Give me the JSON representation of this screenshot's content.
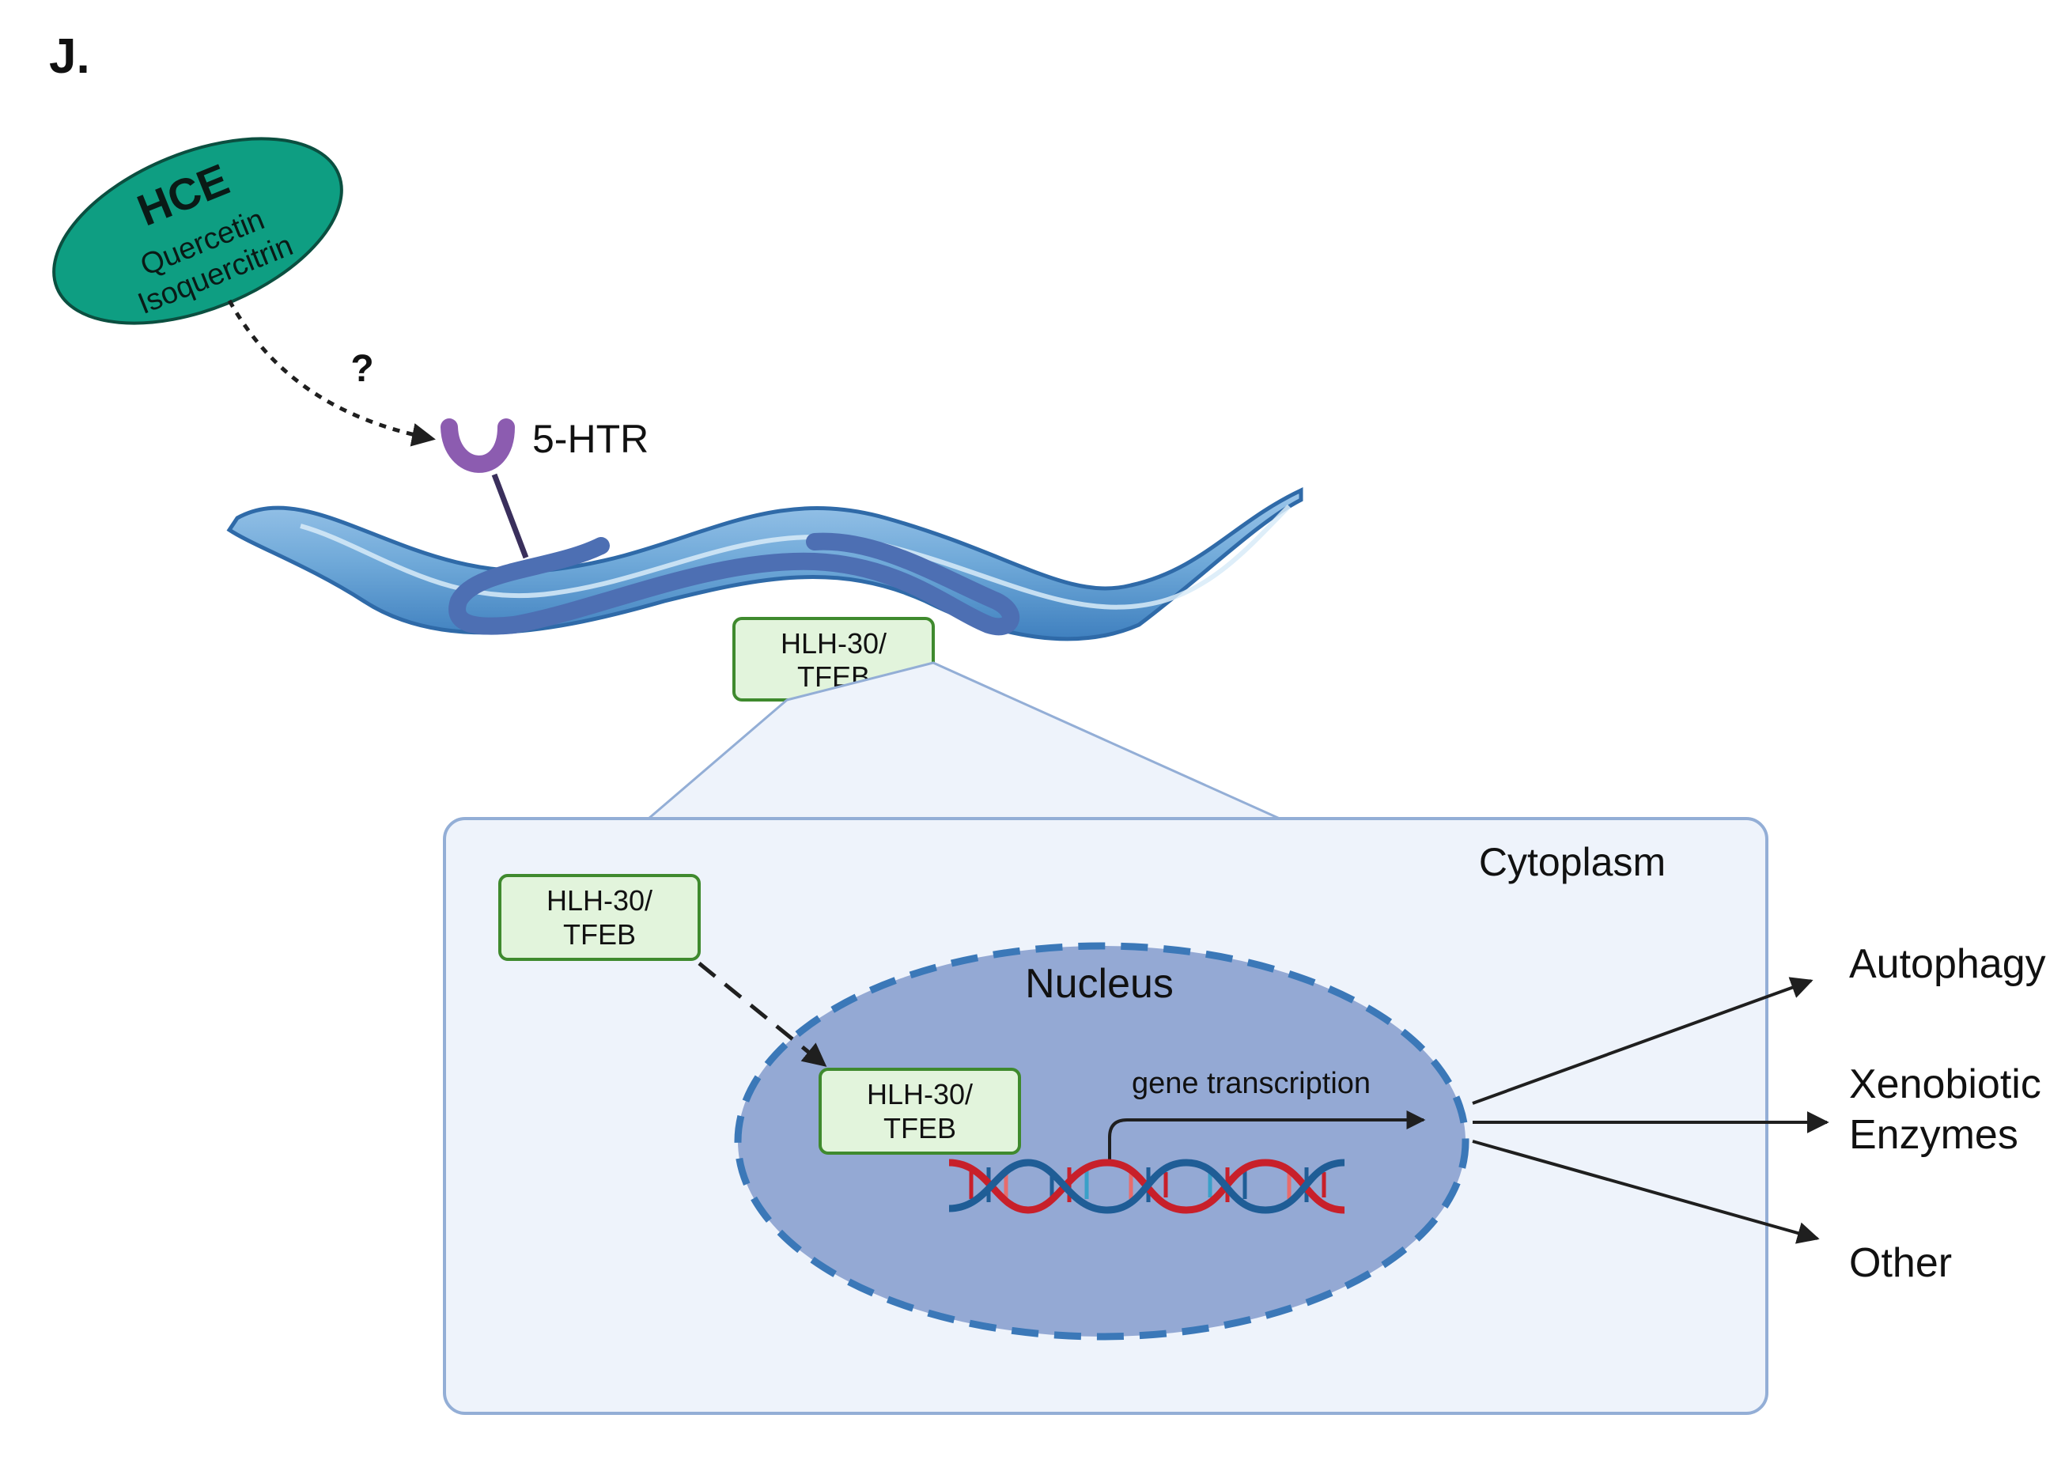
{
  "panel_label": "J.",
  "compound": {
    "title": "HCE",
    "line1": "Quercetin",
    "line2": "Isoquercitrin"
  },
  "unknown_mark": "?",
  "receptor_label": "5-HTR",
  "worm_factor": {
    "line1": "HLH-30/",
    "line2": "TFEB"
  },
  "cytoplasm_label": "Cytoplasm",
  "cyto_factor": {
    "line1": "HLH-30/",
    "line2": "TFEB"
  },
  "nucleus_label": "Nucleus",
  "nuclear_factor": {
    "line1": "HLH-30/",
    "line2": "TFEB"
  },
  "transcription_label": "gene transcription",
  "outputs": {
    "autophagy": "Autophagy",
    "xeno_line1": "Xenobiotic",
    "xeno_line2": "Enzymes",
    "other": "Other"
  },
  "colors": {
    "compound_fill": "#0e9e82",
    "receptor": "#8c5cb0",
    "worm_body": "#6ea8d8",
    "worm_gut": "#4d6fb3",
    "factor_fill": "#e2f4dc",
    "factor_border": "#3f8a2e",
    "cell_fill": "#eef3fb",
    "cell_border": "#93aed6",
    "nucleus_fill": "#94a9d4",
    "nucleus_border": "#3b78b8",
    "dna_red": "#c8202a",
    "dna_blue": "#1f5d96"
  }
}
